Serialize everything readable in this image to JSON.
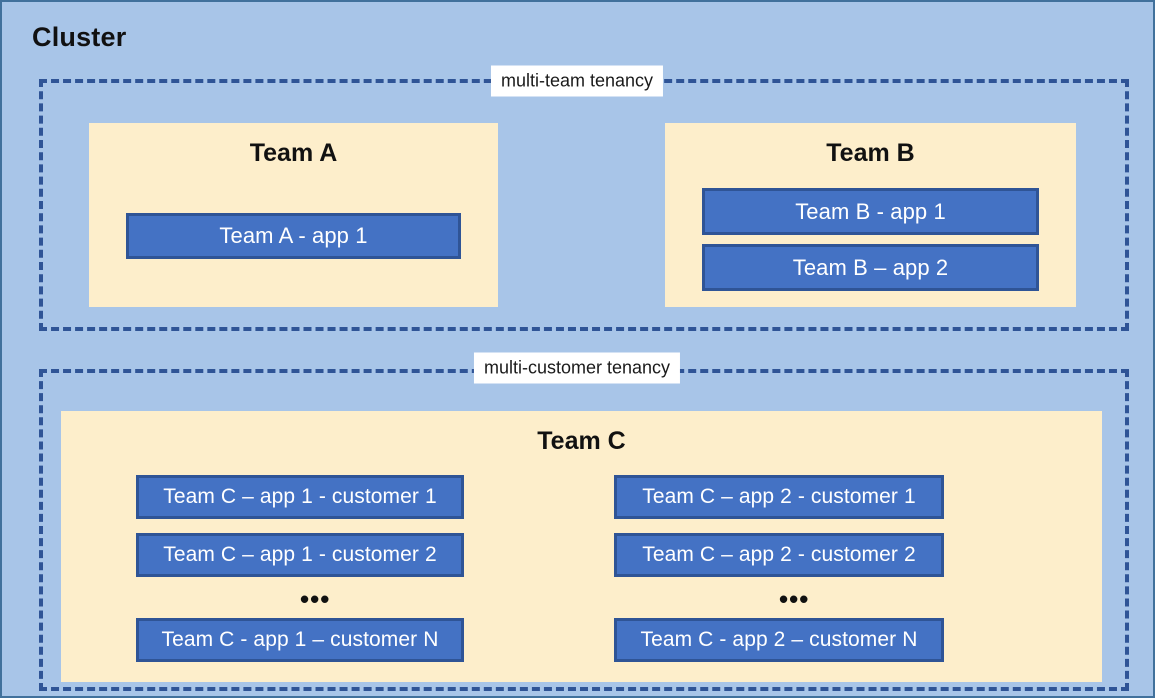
{
  "diagram": {
    "title": "Cluster",
    "colors": {
      "canvas_background": "#a8c5e8",
      "canvas_border": "#41719c",
      "zone_dash": "#2f5496",
      "team_box_fill": "#fdeecb",
      "app_box_fill": "#4472c4",
      "app_box_border": "#2f5496",
      "app_text": "#ffffff",
      "label_background": "#ffffff",
      "title_text": "#111111"
    },
    "zones": [
      {
        "id": "multi-team",
        "label": "multi-team tenancy",
        "teams": [
          {
            "id": "team-a",
            "title": "Team A",
            "apps": [
              {
                "id": "team-a-app-1",
                "label": "Team A - app 1"
              }
            ]
          },
          {
            "id": "team-b",
            "title": "Team B",
            "apps": [
              {
                "id": "team-b-app-1",
                "label": "Team B - app 1"
              },
              {
                "id": "team-b-app-2",
                "label": "Team B – app 2"
              }
            ]
          }
        ]
      },
      {
        "id": "multi-customer",
        "label": "multi-customer tenancy",
        "teams": [
          {
            "id": "team-c",
            "title": "Team C",
            "columns": [
              {
                "id": "app-1",
                "apps": [
                  {
                    "id": "tc-a1-c1",
                    "label": "Team C – app 1 - customer 1"
                  },
                  {
                    "id": "tc-a1-c2",
                    "label": "Team C – app 1 - customer 2"
                  },
                  {
                    "id": "tc-a1-cn",
                    "label": "Team C - app 1 – customer N"
                  }
                ],
                "ellipsis": "•••"
              },
              {
                "id": "app-2",
                "apps": [
                  {
                    "id": "tc-a2-c1",
                    "label": "Team C – app 2 - customer 1"
                  },
                  {
                    "id": "tc-a2-c2",
                    "label": "Team C – app 2 - customer 2"
                  },
                  {
                    "id": "tc-a2-cn",
                    "label": "Team C - app 2 – customer N"
                  }
                ],
                "ellipsis": "•••"
              }
            ]
          }
        ]
      }
    ]
  }
}
